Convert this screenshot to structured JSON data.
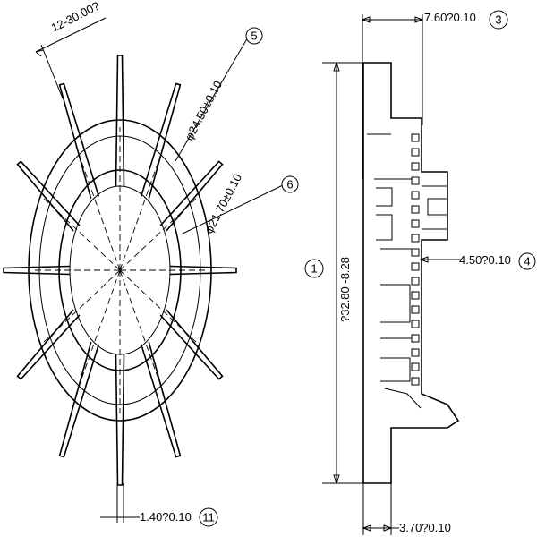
{
  "front_view": {
    "angle_label": "12-30.00?",
    "outer_diameter_label": "φ24.50±0.10",
    "outer_diameter_balloon": "5",
    "inner_diameter_label": "φ21.70±0.10",
    "inner_diameter_balloon": "6",
    "pin_width_label": "1.40?0.10",
    "pin_width_balloon": "11"
  },
  "side_view": {
    "top_width_label": "7.60?0.10",
    "top_width_balloon": "3",
    "height_label": "?32.80 -8.28",
    "height_balloon": "1",
    "step_label": "4.50?0.10",
    "step_balloon": "4",
    "bottom_width_label": "3.70?0.10"
  }
}
